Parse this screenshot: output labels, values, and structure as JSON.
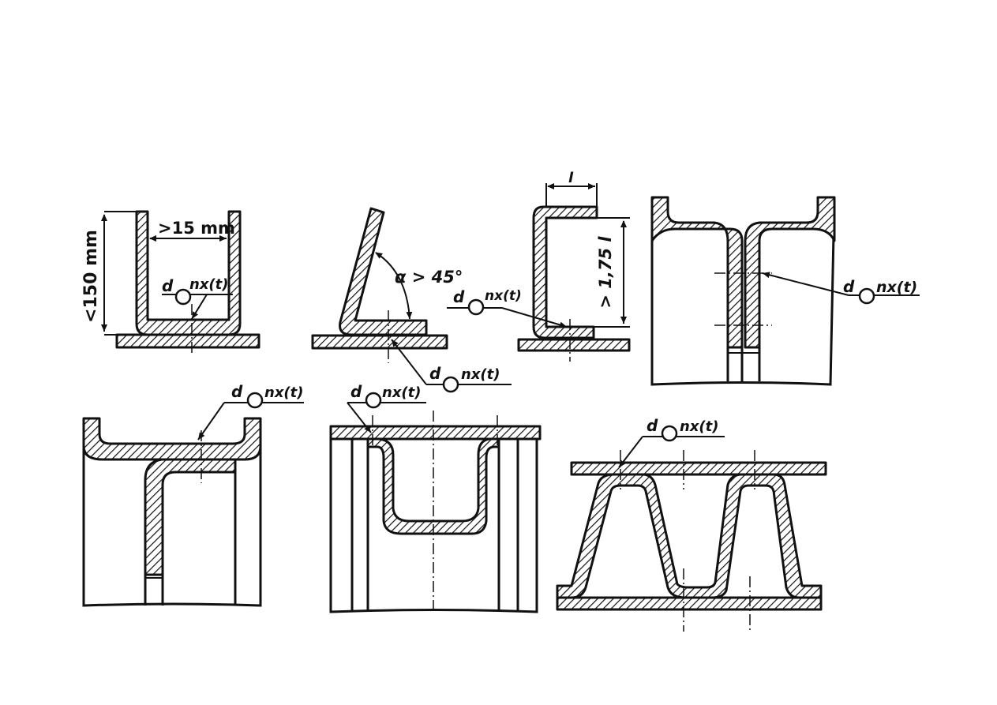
{
  "labels": {
    "width_min": ">15 mm",
    "height_max": "<150 mm",
    "angle": "α > 45°",
    "length_l": "l",
    "height_ratio": "> 1,75 l",
    "weld_d": "d",
    "weld_nx_t": "nx(t)"
  },
  "colors": {
    "ink": "#111111",
    "paper": "#ffffff"
  }
}
